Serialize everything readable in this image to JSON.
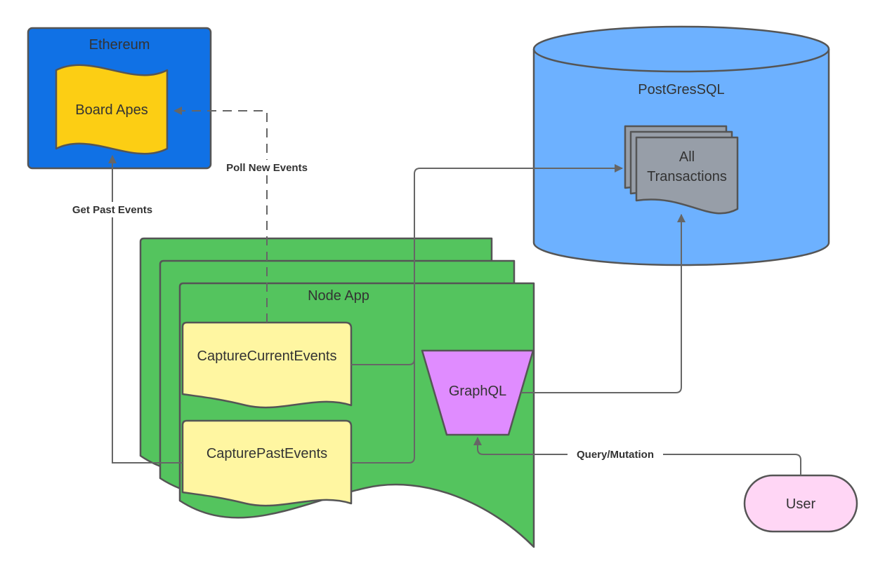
{
  "diagram": {
    "nodes": {
      "ethereum": {
        "label": "Ethereum",
        "color": "#1071E5"
      },
      "board_apes": {
        "label": "Board Apes",
        "color": "#FCCE14"
      },
      "postgres": {
        "label": "PostGresSQL",
        "color": "#6DB1FF"
      },
      "all_transactions": {
        "label_line1": "All",
        "label_line2": "Transactions",
        "color": "#979EA8"
      },
      "node_app": {
        "label": "Node App",
        "color": "#54C45E"
      },
      "capture_current": {
        "label": "CaptureCurrentEvents",
        "color": "#FFF6A1"
      },
      "capture_past": {
        "label": "CapturePastEvents",
        "color": "#FFF6A1"
      },
      "graphql": {
        "label": "GraphQL",
        "color": "#E08CFF"
      },
      "user": {
        "label": "User",
        "color": "#FFD6F5"
      }
    },
    "edges": {
      "poll_new_events": {
        "label": "Poll New Events",
        "style": "dashed"
      },
      "get_past_events": {
        "label": "Get Past Events",
        "style": "solid"
      },
      "query_mutation": {
        "label": "Query/Mutation",
        "style": "solid"
      }
    }
  }
}
